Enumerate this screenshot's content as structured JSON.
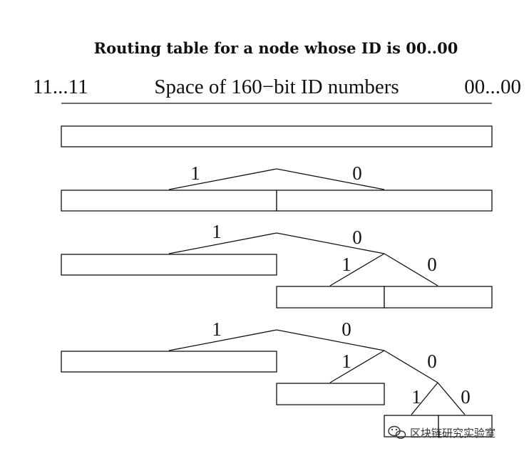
{
  "title": "Routing table for a node whose ID is 00..00",
  "header": {
    "left_id": "11...11",
    "center_label": "Space of 160−bit ID numbers",
    "right_id": "00...00"
  },
  "bits": {
    "one": "1",
    "zero": "0"
  },
  "watermark": {
    "text": "区块链研究实验室",
    "icon": "wechat-icon"
  }
}
